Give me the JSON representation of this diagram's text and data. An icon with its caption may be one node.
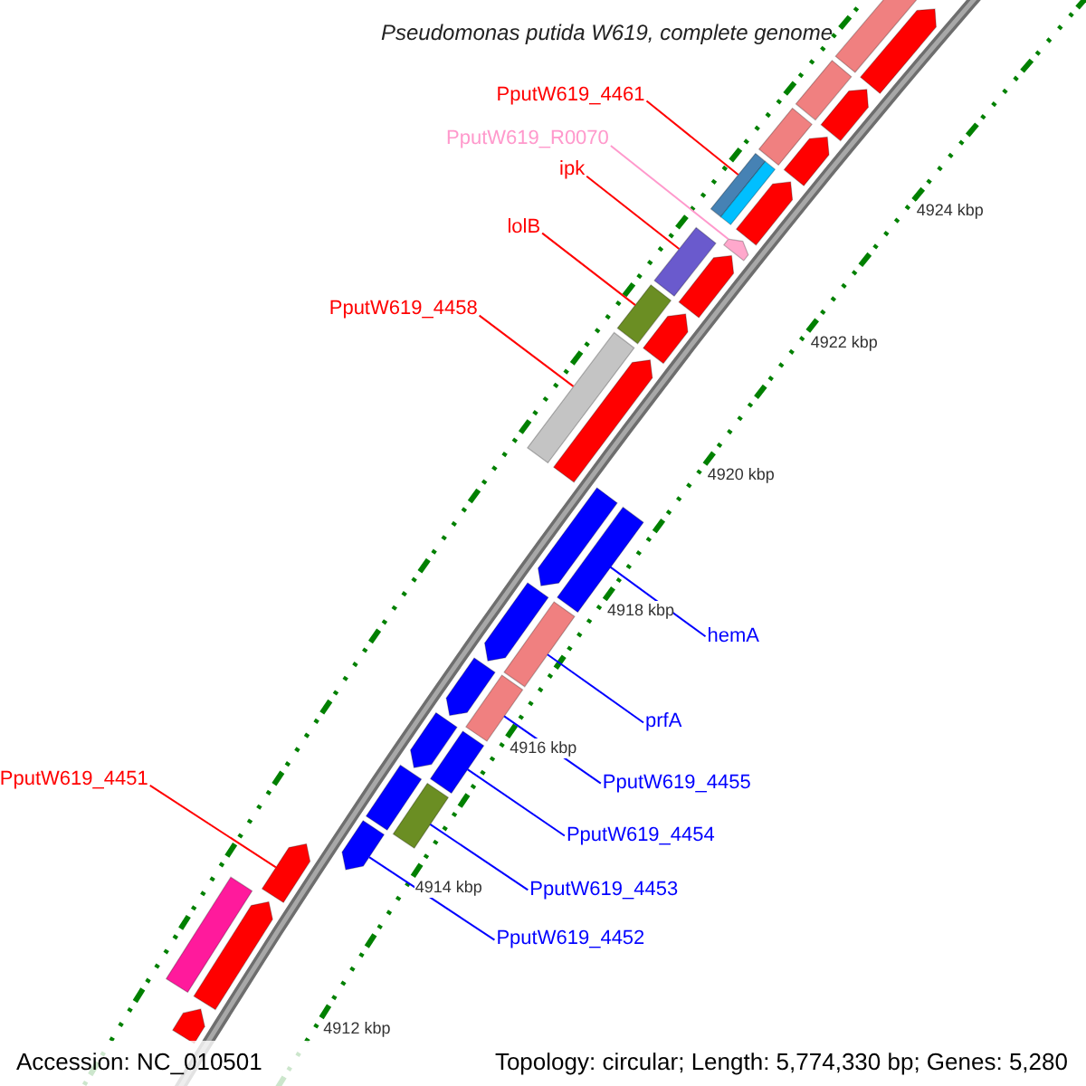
{
  "diagram": {
    "title": "Pseudomonas putida W619, complete genome",
    "nodes": [
      {
        "text": [
          "PputW619_4461"
        ]
      },
      {
        "text": [
          "PputW619_R0070"
        ]
      },
      {
        "text": [
          "ipk"
        ]
      },
      {
        "text": [
          "lolB"
        ]
      },
      {
        "text": [
          "PputW619_4458"
        ]
      },
      {
        "text": [
          "hemA"
        ]
      },
      {
        "text": [
          "prfA"
        ]
      },
      {
        "text": [
          "PputW619_4455"
        ]
      },
      {
        "text": [
          "PputW619_4454"
        ]
      },
      {
        "text": [
          "PputW619_4453"
        ]
      },
      {
        "text": [
          "PputW619_4451"
        ]
      },
      {
        "text": [
          "PputW619_4452"
        ]
      },
      {
        "text": [],
        "shape": "bar"
      },
      {
        "text": [],
        "shape": "arrow"
      },
      {
        "text": [],
        "shape": "bar"
      },
      {
        "text": [],
        "shape": "bar"
      },
      {
        "text": [],
        "shape": "bar"
      },
      {
        "text": [],
        "shape": "bar"
      },
      {
        "text": [],
        "shape": "bar"
      },
      {
        "text": [],
        "shape": "bar"
      },
      {
        "text": [],
        "shape": "bar"
      },
      {
        "text": [],
        "shape": "bar"
      },
      {
        "text": [],
        "shape": "arrow"
      },
      {
        "text": [],
        "shape": "arrow"
      },
      {
        "text": [],
        "shape": "arrow"
      },
      {
        "text": [],
        "shape": "arrow"
      },
      {
        "text": [],
        "shape": "arrow"
      },
      {
        "text": [],
        "shape": "arrow"
      },
      {
        "text": [],
        "shape": "arrow"
      },
      {
        "text": [],
        "shape": "arrow"
      },
      {
        "text": [],
        "shape": "arrow"
      },
      {
        "text": [],
        "shape": "arrow"
      },
      {
        "text": [],
        "shape": "arrow"
      },
      {
        "text": [],
        "shape": "arrow"
      },
      {
        "text": [],
        "shape": "arrow"
      },
      {
        "text": [],
        "shape": "arrow"
      },
      {
        "text": [],
        "shape": "arrow"
      },
      {
        "text": [],
        "shape": "bar"
      },
      {
        "text": [],
        "shape": "bar"
      },
      {
        "text": [],
        "shape": "bar"
      },
      {
        "text": [],
        "shape": "bar"
      },
      {
        "text": [],
        "shape": "bar"
      },
      {
        "text": [],
        "shape": "bar"
      }
    ],
    "edges": [
      {
        "from": 0,
        "to": 12,
        "arrow": "none",
        "color": "#ff0000"
      },
      {
        "from": 1,
        "to": 13,
        "arrow": "none",
        "color": "#ff99cc"
      },
      {
        "from": 2,
        "to": 14,
        "arrow": "none",
        "color": "#ff0000"
      },
      {
        "from": 3,
        "to": 15,
        "arrow": "none",
        "color": "#ff0000"
      },
      {
        "from": 4,
        "to": 16,
        "arrow": "none",
        "color": "#ff0000"
      },
      {
        "from": 5,
        "to": 17,
        "arrow": "none"
      },
      {
        "from": 6,
        "to": 18,
        "arrow": "none"
      },
      {
        "from": 7,
        "to": 19,
        "arrow": "none"
      },
      {
        "from": 8,
        "to": 20,
        "arrow": "none"
      },
      {
        "from": 9,
        "to": 21,
        "arrow": "none"
      },
      {
        "from": 10,
        "to": 22,
        "arrow": "none",
        "color": "#ff0000"
      },
      {
        "from": 11,
        "to": 23,
        "arrow": "none"
      }
    ],
    "labels": [
      "4924 kbp",
      "4922 kbp",
      "4920 kbp",
      "4918 kbp",
      "4916 kbp",
      "4914 kbp",
      "4912 kbp",
      "Accession: NC_010501",
      "Topology: circular; Length: 5,774,330 bp; Genes: 5,280"
    ]
  }
}
